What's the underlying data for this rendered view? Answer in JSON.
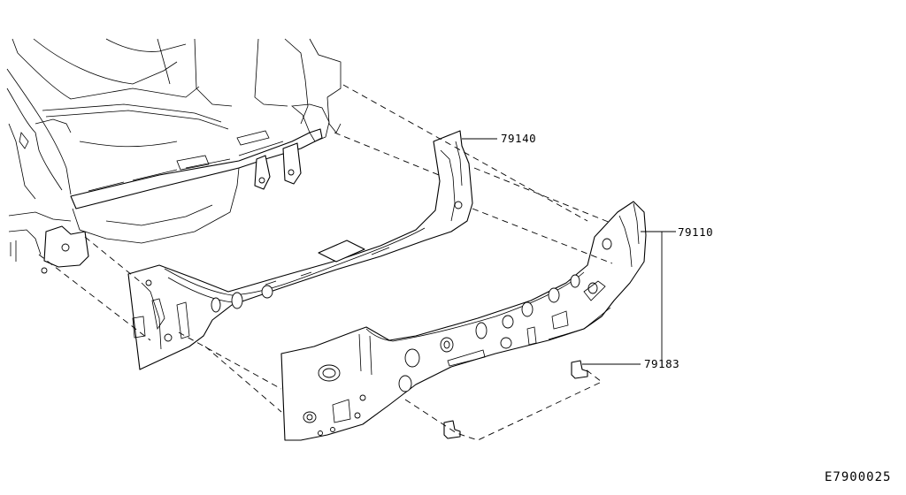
{
  "callouts": {
    "c79140": "79140",
    "c79110": "79110",
    "c79183": "79183"
  },
  "diagram_code": "E7900025"
}
